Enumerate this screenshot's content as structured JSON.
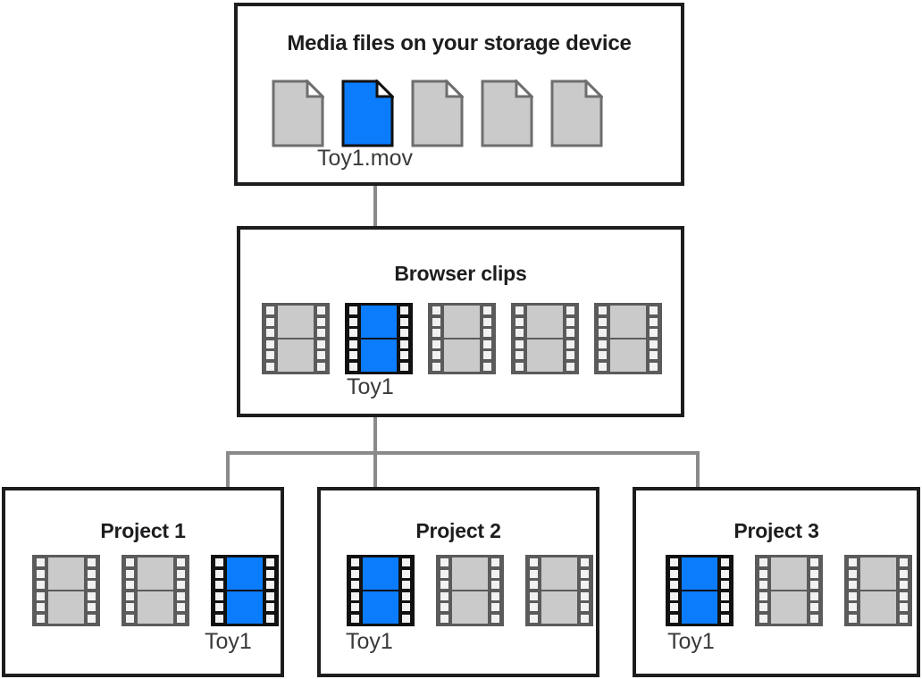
{
  "diagram": {
    "accent_blue": "#0a7cfc",
    "neutral_gray": "#cacaca",
    "connector_gray": "#8a8a8a",
    "border_black": "#1d1d1f",
    "sections": {
      "media": {
        "title": "Media files on your storage device",
        "items": [
          {
            "kind": "file-icon",
            "selected": false
          },
          {
            "kind": "file-icon",
            "selected": true
          },
          {
            "kind": "file-icon",
            "selected": false
          },
          {
            "kind": "file-icon",
            "selected": false
          },
          {
            "kind": "file-icon",
            "selected": false
          }
        ],
        "selected_label": "Toy1.mov"
      },
      "browser": {
        "title": "Browser clips",
        "items": [
          {
            "kind": "filmstrip-icon",
            "selected": false
          },
          {
            "kind": "filmstrip-icon",
            "selected": true
          },
          {
            "kind": "filmstrip-icon",
            "selected": false
          },
          {
            "kind": "filmstrip-icon",
            "selected": false
          },
          {
            "kind": "filmstrip-icon",
            "selected": false
          }
        ],
        "selected_label": "Toy1"
      },
      "project1": {
        "title": "Project 1",
        "items": [
          {
            "kind": "filmstrip-icon",
            "selected": false
          },
          {
            "kind": "filmstrip-icon",
            "selected": false
          },
          {
            "kind": "filmstrip-icon",
            "selected": true
          }
        ],
        "selected_label": "Toy1"
      },
      "project2": {
        "title": "Project 2",
        "items": [
          {
            "kind": "filmstrip-icon",
            "selected": true
          },
          {
            "kind": "filmstrip-icon",
            "selected": false
          },
          {
            "kind": "filmstrip-icon",
            "selected": false
          }
        ],
        "selected_label": "Toy1"
      },
      "project3": {
        "title": "Project 3",
        "items": [
          {
            "kind": "filmstrip-icon",
            "selected": true
          },
          {
            "kind": "filmstrip-icon",
            "selected": false
          },
          {
            "kind": "filmstrip-icon",
            "selected": false
          }
        ],
        "selected_label": "Toy1"
      }
    }
  }
}
